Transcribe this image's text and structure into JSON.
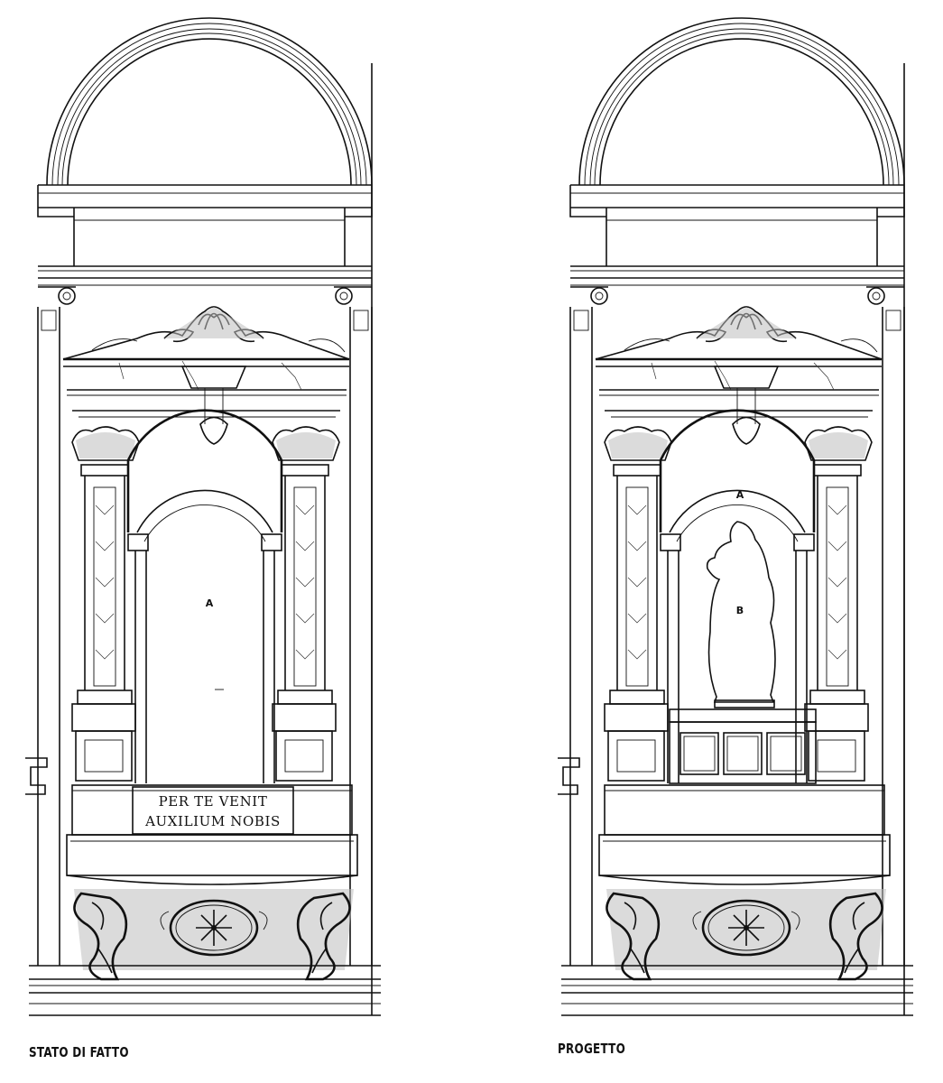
{
  "panels": [
    {
      "caption": "STATO DI FATTO",
      "niche_label": "A",
      "inscription_line1": "PER TE VENIT",
      "inscription_line2": "AUXILIUM NOBIS"
    },
    {
      "caption": "PROGETTO",
      "niche_label": "A",
      "statue_label": "B"
    }
  ]
}
